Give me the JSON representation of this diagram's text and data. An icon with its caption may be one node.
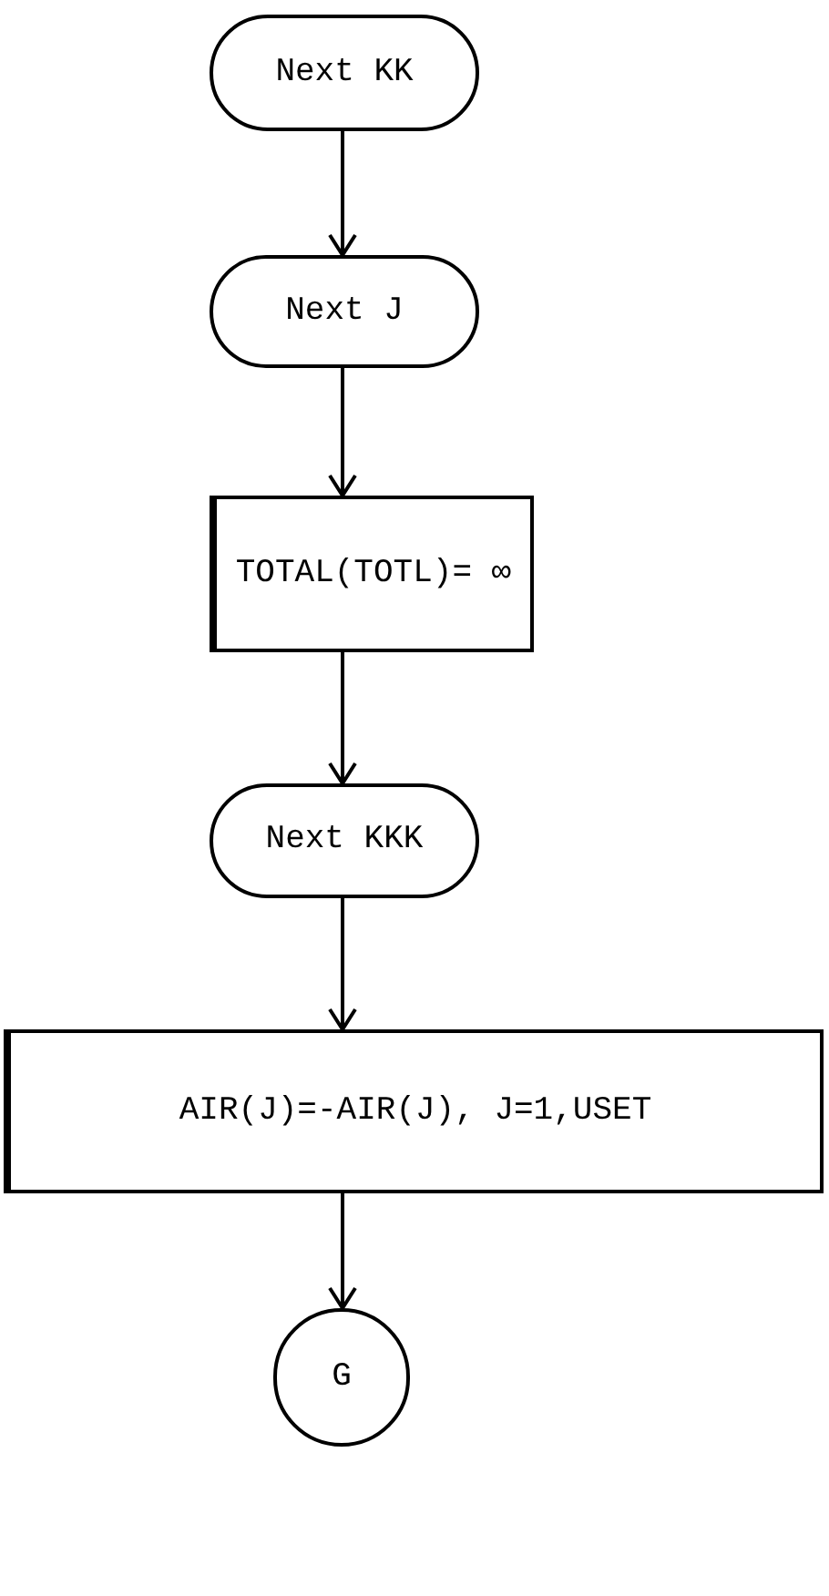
{
  "diagram": {
    "nodes": [
      {
        "text": [
          "Next KK"
        ]
      },
      {
        "text": [
          "Next J"
        ]
      },
      {
        "text": [
          "TOTAL(TOTL)= ∞"
        ]
      },
      {
        "text": [
          "Next KKK"
        ]
      },
      {
        "text": [
          "AIR(J)=-AIR(J), J=1,USET"
        ]
      },
      {
        "text": [
          "G"
        ]
      }
    ],
    "edges": [
      {
        "from": 0,
        "to": 1,
        "arrow": "to"
      },
      {
        "from": 1,
        "to": 2,
        "arrow": "to"
      },
      {
        "from": 2,
        "to": 3,
        "arrow": "to"
      },
      {
        "from": 3,
        "to": 4,
        "arrow": "to"
      },
      {
        "from": 4,
        "to": 5,
        "arrow": "to"
      }
    ]
  }
}
